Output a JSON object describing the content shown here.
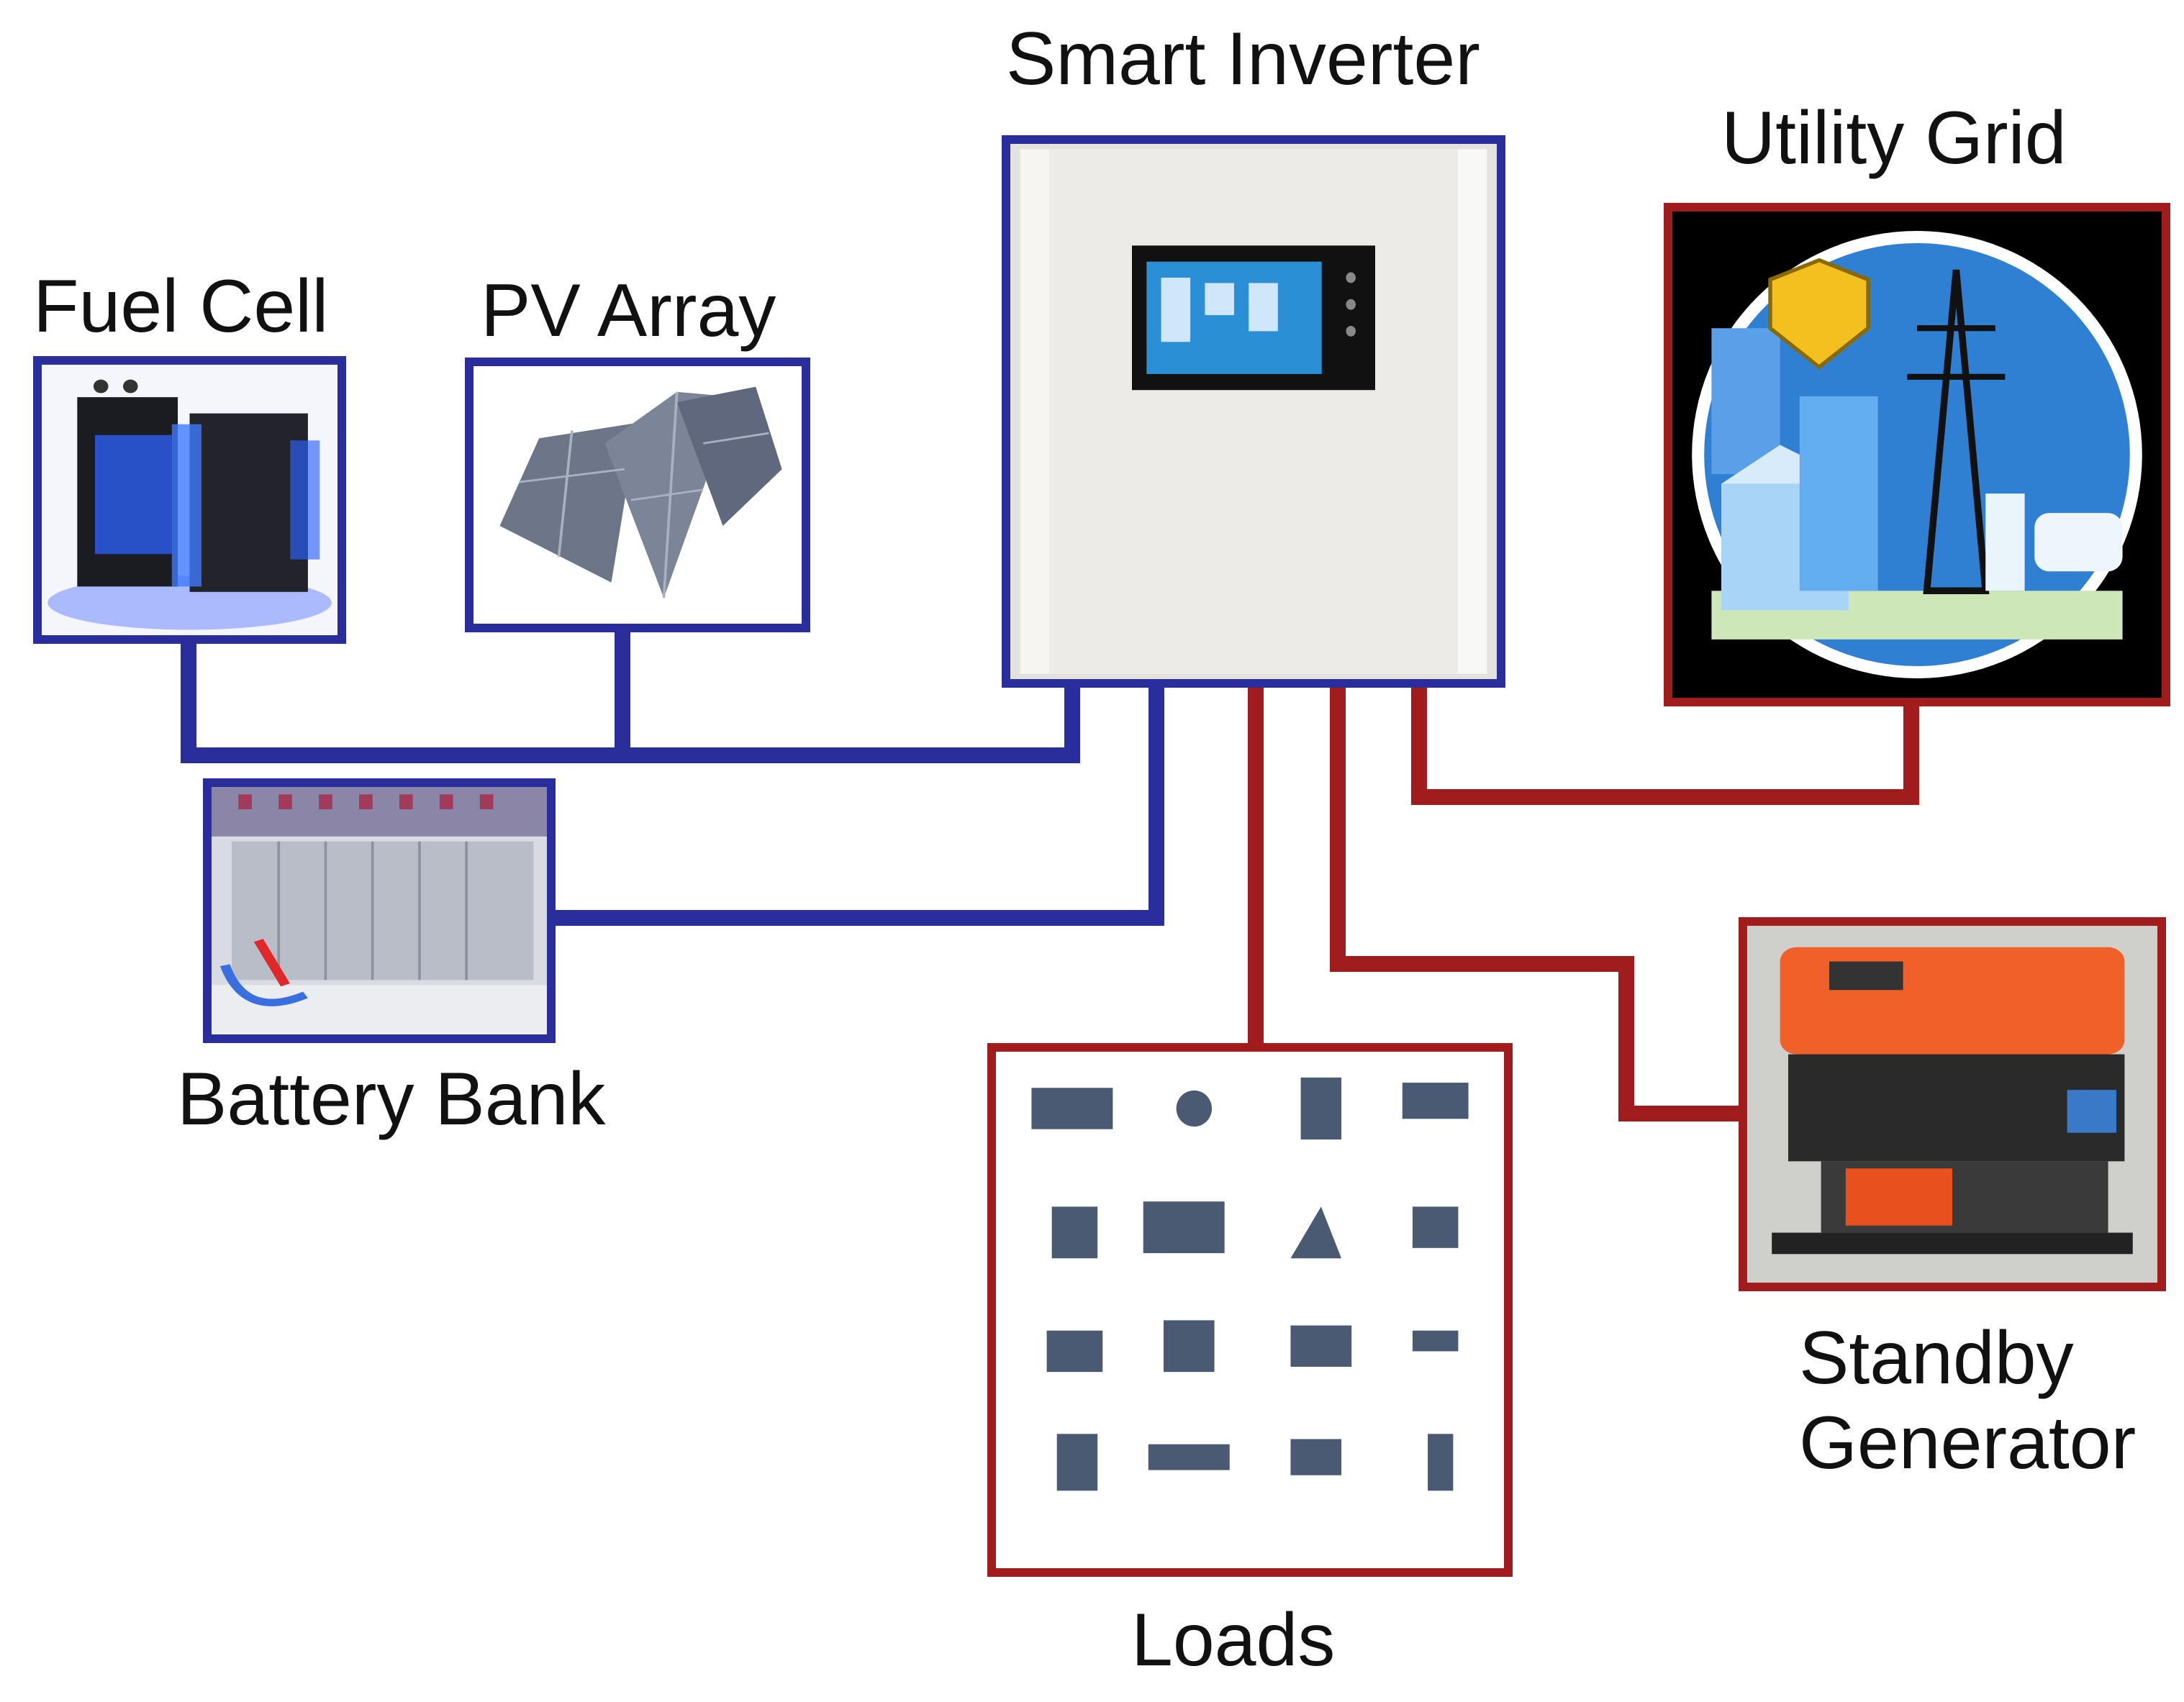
{
  "labels": {
    "fuel_cell": "Fuel Cell",
    "pv_array": "PV Array",
    "smart_inverter": "Smart Inverter",
    "utility_grid": "Utility Grid",
    "battery_bank": "Battery Bank",
    "standby_line1": "Standby",
    "standby_line2": "Generator",
    "loads": "Loads"
  },
  "colors": {
    "dc_bus": "#2a2d9c",
    "ac_bus": "#a11c1c",
    "background": "#ffffff"
  },
  "icons": {
    "fuel_cell": "fuel-cell-unit-icon",
    "pv_array": "solar-panel-icon",
    "smart_inverter": "inverter-cabinet-icon",
    "utility_grid": "utility-grid-icon",
    "battery_bank": "battery-rack-icon",
    "standby_generator": "portable-generator-icon",
    "loads": "household-appliances-icon"
  }
}
